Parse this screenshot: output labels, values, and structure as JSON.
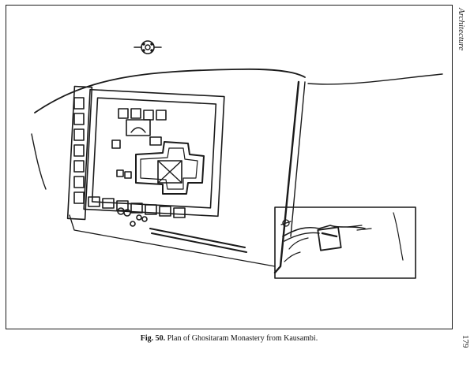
{
  "running_head": "Architecture",
  "page_number": "179",
  "figure": {
    "number": "Fig. 50.",
    "title": "Plan of Ghositaram Monastery from Kausambi."
  }
}
